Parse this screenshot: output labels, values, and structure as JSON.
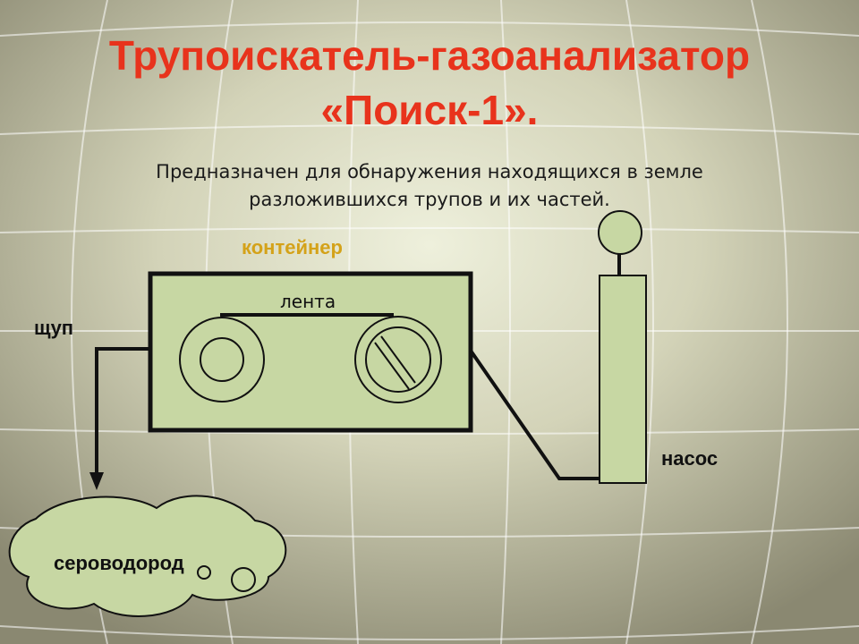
{
  "colors": {
    "title": "#E8331C",
    "container_label": "#D4A219",
    "device_fill": "#C7D7A3",
    "background_center": "#EEF0DC",
    "background_edge": "#8A8871"
  },
  "title": {
    "line1": "Трупоискатель-газоанализатор",
    "line2": "«Поиск-1»."
  },
  "subtitle": {
    "line1": "Предназначен для обнаружения находящихся в земле",
    "line2": "разложившихся трупов и их частей."
  },
  "labels": {
    "container": "контейнер",
    "tape": "лента",
    "probe": "щуп",
    "pump": "насос",
    "gas": "сероводород"
  }
}
